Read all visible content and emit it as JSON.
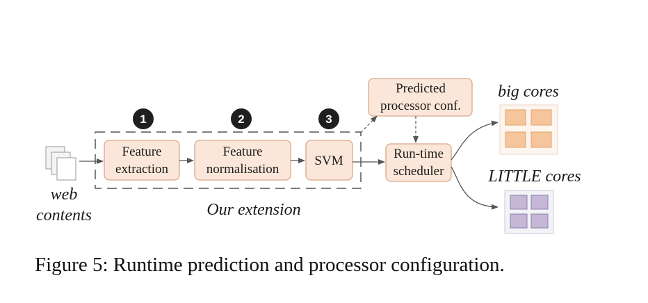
{
  "diagram": {
    "input": {
      "line1": "web",
      "line2": "contents"
    },
    "steps": [
      {
        "number": "1",
        "line1": "Feature",
        "line2": "extraction"
      },
      {
        "number": "2",
        "line1": "Feature",
        "line2": "normalisation"
      },
      {
        "number": "3",
        "label": "SVM"
      }
    ],
    "extension_label": "Our extension",
    "predicted": {
      "line1": "Predicted",
      "line2": "processor conf."
    },
    "scheduler": {
      "line1": "Run-time",
      "line2": "scheduler"
    },
    "big_cores_label": "big cores",
    "little_cores_label": "LITTLE cores",
    "colors": {
      "box_fill": "#fbe7d9",
      "box_stroke": "#d9a88a",
      "big_core_fill": "#f5c69c",
      "big_core_stroke": "#e4a06a",
      "little_core_fill": "#c6b7d7",
      "little_core_stroke": "#8f7fa8",
      "badge_fill": "#1f1f1f"
    }
  },
  "caption": "Figure 5: Runtime prediction and processor configuration."
}
